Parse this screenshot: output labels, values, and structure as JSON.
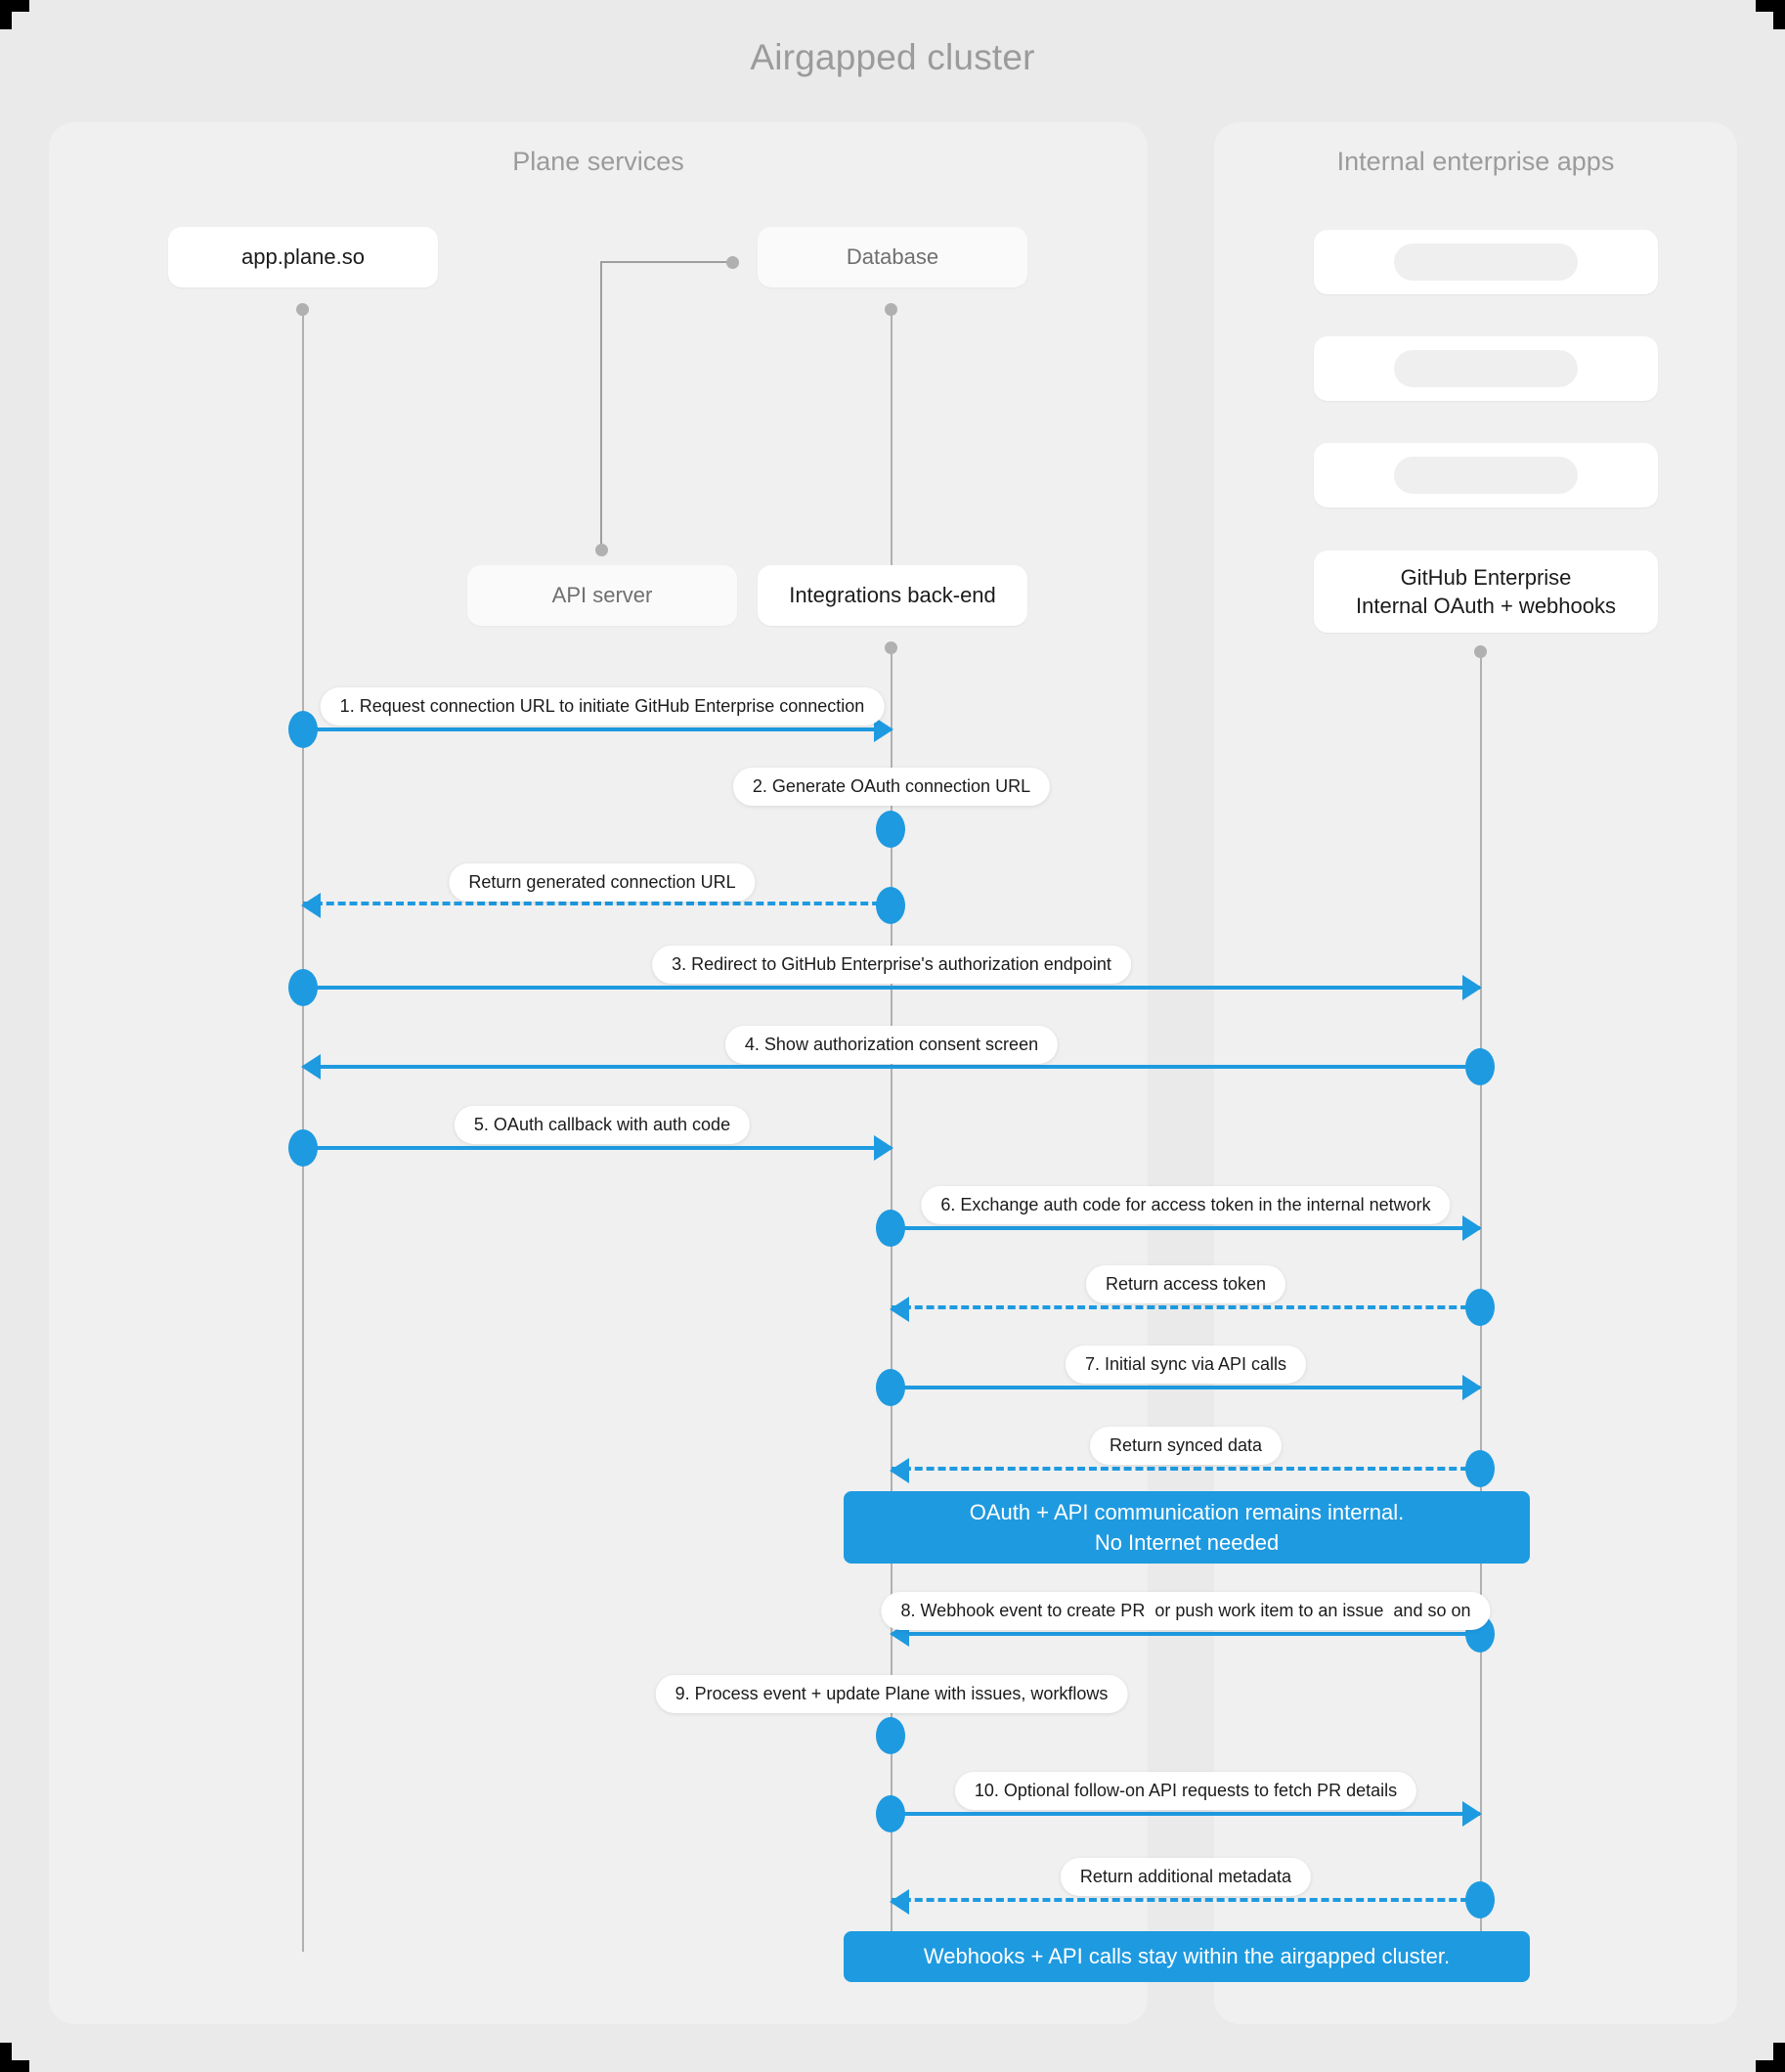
{
  "title": "Airgapped cluster",
  "panels": {
    "left": {
      "title": "Plane services"
    },
    "right": {
      "title": "Internal enterprise apps"
    }
  },
  "participants": [
    {
      "id": "app",
      "label": "app.plane.so"
    },
    {
      "id": "api",
      "label": "API server"
    },
    {
      "id": "db",
      "label": "Database"
    },
    {
      "id": "integ",
      "label": "Integrations back-end"
    },
    {
      "id": "ghe",
      "label": "GitHub Enterprise\nInternal OAuth + webhooks"
    },
    {
      "id": "ph1",
      "label": ""
    },
    {
      "id": "ph2",
      "label": ""
    },
    {
      "id": "ph3",
      "label": ""
    }
  ],
  "messages": [
    {
      "n": 1,
      "label": "1. Request connection URL to initiate GitHub Enterprise connection",
      "from": "app",
      "to": "integ",
      "style": "solid"
    },
    {
      "n": 2,
      "label": "2. Generate OAuth connection URL",
      "from": "integ",
      "to": "integ",
      "style": "self"
    },
    {
      "n": 3,
      "label": "Return generated connection URL",
      "from": "integ",
      "to": "app",
      "style": "dashed"
    },
    {
      "n": 4,
      "label": "3. Redirect to GitHub Enterprise's authorization endpoint",
      "from": "app",
      "to": "ghe",
      "style": "solid"
    },
    {
      "n": 5,
      "label": "4. Show authorization consent screen",
      "from": "ghe",
      "to": "app",
      "style": "solid"
    },
    {
      "n": 6,
      "label": "5. OAuth callback with auth code",
      "from": "app",
      "to": "integ",
      "style": "solid"
    },
    {
      "n": 7,
      "label": "6. Exchange auth code for access token in the internal network",
      "from": "integ",
      "to": "ghe",
      "style": "solid"
    },
    {
      "n": 8,
      "label": "Return access token",
      "from": "ghe",
      "to": "integ",
      "style": "dashed"
    },
    {
      "n": 9,
      "label": "7. Initial sync via API calls",
      "from": "integ",
      "to": "ghe",
      "style": "solid"
    },
    {
      "n": 10,
      "label": "Return synced data",
      "from": "ghe",
      "to": "integ",
      "style": "dashed"
    },
    {
      "n": 11,
      "label": "8. Webhook event to create PR  or push work item to an issue  and so on",
      "from": "ghe",
      "to": "integ",
      "style": "solid"
    },
    {
      "n": 12,
      "label": "9. Process event + update Plane with issues, workflows",
      "from": "integ",
      "to": "integ",
      "style": "self"
    },
    {
      "n": 13,
      "label": "10. Optional follow-on API requests to fetch PR details",
      "from": "integ",
      "to": "ghe",
      "style": "solid"
    },
    {
      "n": 14,
      "label": "Return additional metadata",
      "from": "ghe",
      "to": "integ",
      "style": "dashed"
    }
  ],
  "notes": [
    {
      "id": "note1",
      "line1": "OAuth + API communication remains internal.",
      "line2": "No Internet needed"
    },
    {
      "id": "note2",
      "line1": "Webhooks + API calls stay within the airgapped cluster.",
      "line2": ""
    }
  ],
  "colors": {
    "accent": "#1e9ae0",
    "page_background": "#eaeaea",
    "panel_background": "#f0f0f0",
    "lifeline": "#b0b0b0",
    "muted_text": "#9b9b9b"
  }
}
